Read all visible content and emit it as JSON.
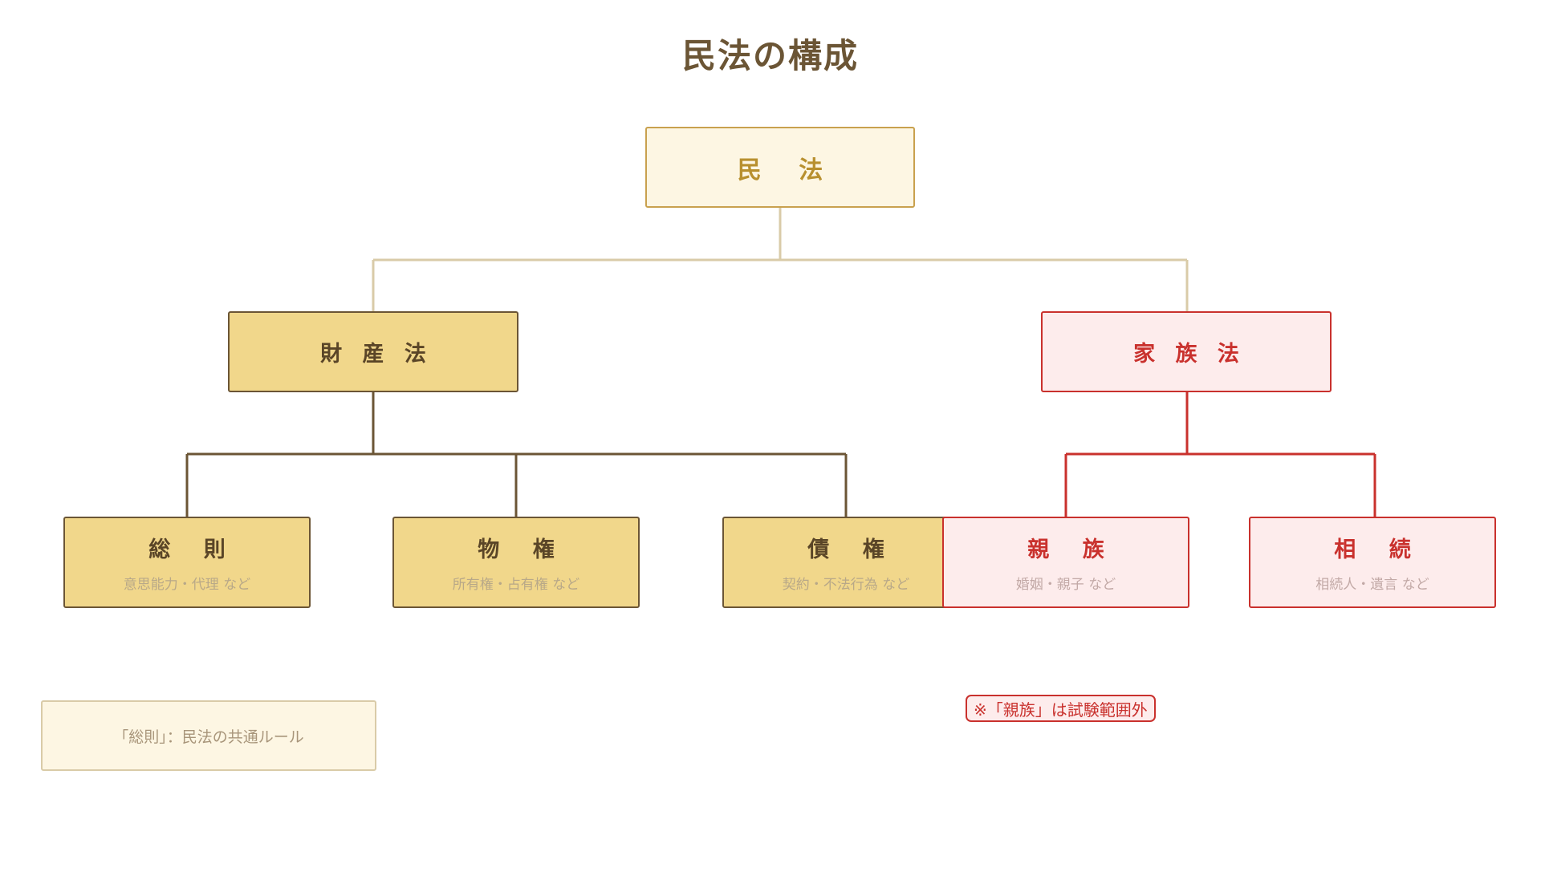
{
  "title": "民法の構成",
  "root": {
    "label": "民 法"
  },
  "branches": {
    "property": {
      "label": "財 産 法",
      "children": [
        {
          "label": "総 則",
          "sub": "意思能力・代理 など"
        },
        {
          "label": "物 権",
          "sub": "所有権・占有権 など"
        },
        {
          "label": "債 権",
          "sub": "契約・不法行為 など"
        }
      ]
    },
    "family": {
      "label": "家 族 法",
      "children": [
        {
          "label": "親 族",
          "sub": "婚姻・親子 など"
        },
        {
          "label": "相 続",
          "sub": "相続人・遺言 など"
        }
      ]
    }
  },
  "notes": {
    "general": "「総則」：民法の共通ルール",
    "exclusion": "※「親族」は試験範囲外"
  },
  "colors": {
    "root_fill": "#fdf6e3",
    "root_border": "#c9a14e",
    "property_fill": "#f1d78b",
    "property_border": "#6b5535",
    "family_fill": "#fdecec",
    "family_border": "#c9312d",
    "root_connector": "#d9cba8"
  }
}
